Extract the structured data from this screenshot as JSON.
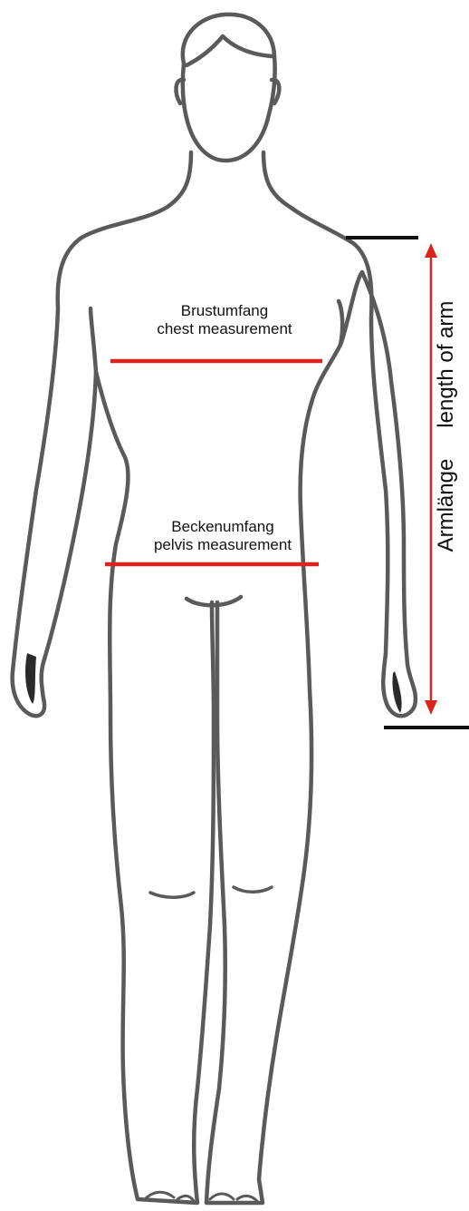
{
  "colors": {
    "outline": "#5a5a5a",
    "measure_line": "#d9261c",
    "arm_arrow": "#d9261c",
    "marker_line": "#111111",
    "text": "#111111"
  },
  "chest": {
    "label_de": "Brustumfang",
    "label_en": "chest measurement"
  },
  "pelvis": {
    "label_de": "Beckenumfang",
    "label_en": "pelvis measurement"
  },
  "arm": {
    "label_de": "Armlänge",
    "label_en": "length of arm"
  }
}
